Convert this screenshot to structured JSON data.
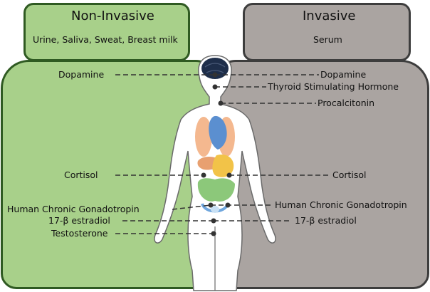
{
  "non_invasive": {
    "title": "Non-Invasive",
    "subtitle": "Urine, Saliva, Sweat, Breast milk",
    "labels": [
      "Dopamine",
      "Cortisol",
      "Human Chronic Gonadotropin",
      "17-β estradiol",
      "Testosterone"
    ]
  },
  "invasive": {
    "title": "Invasive",
    "subtitle": "Serum",
    "labels": [
      "Dopamine",
      "Thyroid Stimulating Hormone",
      "Procalcitonin",
      "Cortisol",
      "Human Chronic Gonadotropin",
      "17-β estradiol"
    ]
  },
  "colors": {
    "non_invasive_fill": "#a8d08a",
    "non_invasive_border": "#2f5a22",
    "invasive_fill": "#aaa4a1",
    "invasive_border": "#3d3d3d"
  }
}
